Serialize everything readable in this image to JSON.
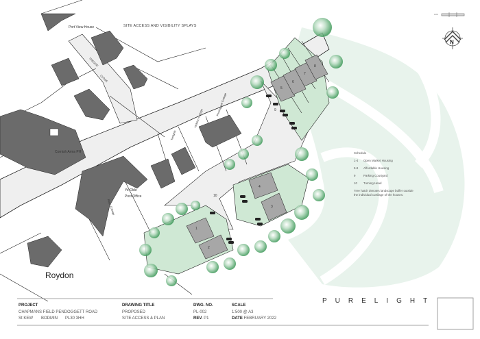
{
  "drawing": {
    "heading": "SITE ACCESS AND VISIBILITY SPLAYS",
    "place_name": "Roydon",
    "scale_bar_label": "10M"
  },
  "labels": {
    "port_view_house": "Port View House",
    "tredise_close_1": "TREDISE",
    "tredise_close_2": "CLOSE",
    "cornish_arms": "Cornish Arms PH",
    "ye_olde_1": "Ye Olde",
    "ye_olde_2": "Post Office",
    "rose_cottage": "Rose Cottage",
    "trelights": "Trelights",
    "helston_cottage": "Helston Cottage",
    "pendoggett_cottage": "Pendoggett Cottage",
    "turning_head": "10",
    "parking": "9"
  },
  "plots": [
    "1",
    "2",
    "3",
    "4",
    "5",
    "6",
    "7",
    "8"
  ],
  "schedule": {
    "title": "Schedule",
    "items": [
      {
        "range": "1-4",
        "label": "Open Market Housing"
      },
      {
        "range": "5-8",
        "label": "Affordable Housing"
      },
      {
        "range": "9",
        "label": "Parking Courtyard"
      },
      {
        "range": "10",
        "label": "Turning Head"
      }
    ],
    "note": [
      "Tree hatch denotes landscape buffer outside",
      "the individual curtilage of the houses."
    ]
  },
  "title_block": {
    "project_header": "PROJECT",
    "project_line1": "CHAPMANS FIELD  PENDOGGETT ROAD",
    "project_line2_a": "St KEW",
    "project_line2_b": "BODMIN",
    "project_line2_c": "PL30 3HH",
    "drawing_title_header": "DRAWING TITLE",
    "drawing_title_line1": "PROPOSED",
    "drawing_title_line2": "SITE ACCESS & PLAN",
    "dwg_no_header": "DWG. NO.",
    "dwg_no": "PL-002",
    "rev_label": "REV.",
    "rev": "P1",
    "scale_header": "SCALE",
    "scale": "1:500 @ A3",
    "date_label": "DATE",
    "date": "FEBRUARY 2022",
    "brand": "PURELIGHT"
  },
  "north_label": "N",
  "colors": {
    "building": "#6b6b6b",
    "site_green": "#cfe8d4",
    "landscape": "#e8f3ec",
    "road": "#efefef",
    "tree": "#5aa86e"
  }
}
